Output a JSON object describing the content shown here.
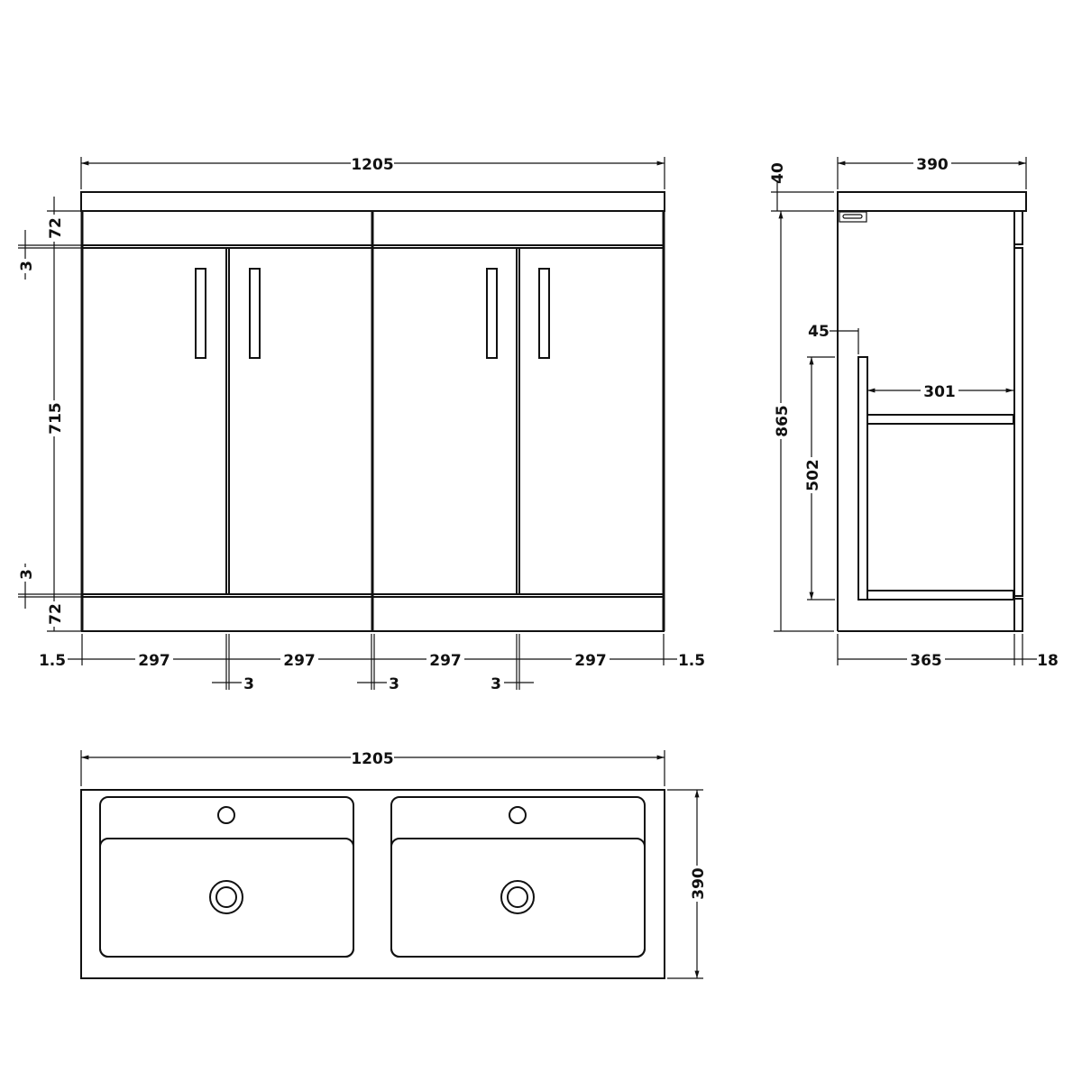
{
  "front_view": {
    "overall_width": "1205",
    "top_rail_height": "72",
    "gap_top": "3",
    "door_height": "715",
    "gap_bottom": "3",
    "plinth_height": "72",
    "side_margin_left": "1.5",
    "side_margin_right": "1.5",
    "door_widths": [
      "297",
      "297",
      "297",
      "297"
    ],
    "door_gaps": [
      "3",
      "3",
      "3"
    ]
  },
  "side_view": {
    "overall_depth": "390",
    "top_thickness": "40",
    "body_height": "865",
    "shelf_offset": "45",
    "shelf_depth": "301",
    "shelf_height": "502",
    "carcass_depth": "365",
    "door_thickness": "18"
  },
  "top_view": {
    "overall_width": "1205",
    "overall_depth": "390"
  },
  "colors": {
    "line": "#111111",
    "background": "#ffffff"
  }
}
